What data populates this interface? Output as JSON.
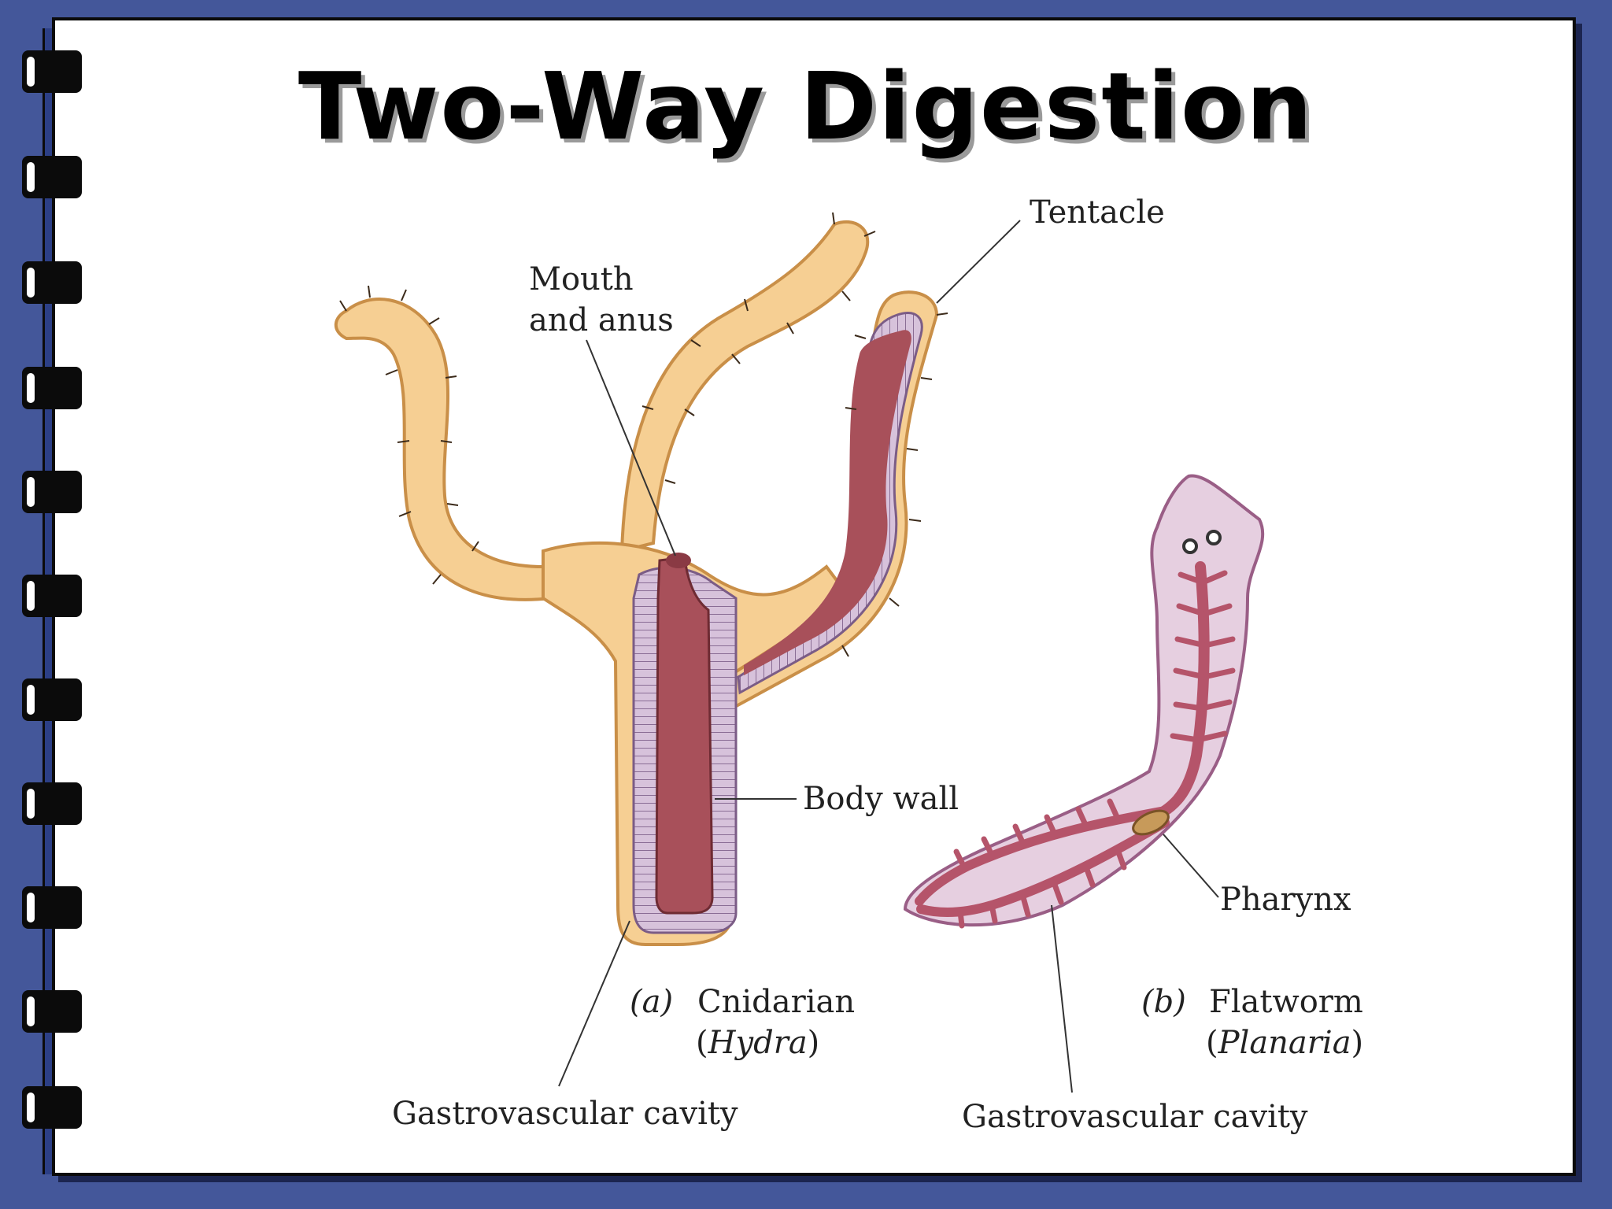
{
  "slide": {
    "title": "Two-Way Digestion"
  },
  "diagram": {
    "labels": {
      "tentacle": "Tentacle",
      "mouth_line1": "Mouth",
      "mouth_line2": "and anus",
      "body_wall": "Body wall",
      "pharynx": "Pharynx",
      "gastro_a": "Gastrovascular cavity",
      "gastro_b": "Gastrovascular cavity"
    },
    "captions": {
      "a_letter": "(a)",
      "a_name": "Cnidarian",
      "a_genus": "Hydra",
      "b_letter": "(b)",
      "b_name": "Flatworm",
      "b_genus": "Planaria"
    },
    "colors": {
      "body": "#f6cf93",
      "body_edge": "#d9a25c",
      "cavity": "#a8505a",
      "wall": "#c8aecf",
      "flatworm": "#e6cfe0",
      "gut": "#b5546a",
      "frame": "#44579a"
    }
  }
}
